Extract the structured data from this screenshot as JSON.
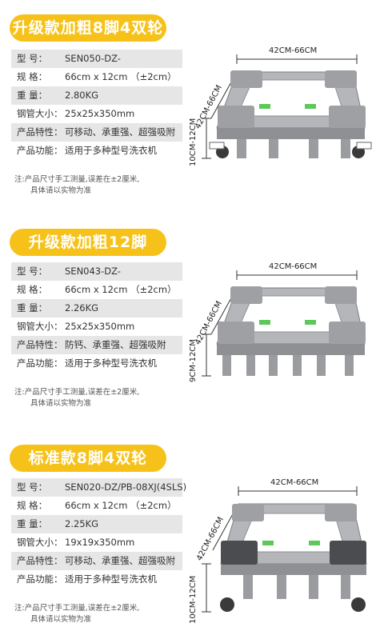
{
  "sections": [
    {
      "title": "升级款加粗8脚4双轮",
      "specs": [
        {
          "label": "型  号：",
          "value": "SEN050-DZ-"
        },
        {
          "label": "规  格：",
          "value": "66cm x 12cm   （±2cm）"
        },
        {
          "label": "重  量：",
          "value": "2.80KG"
        },
        {
          "label": "钢管大小：",
          "value": "25x25x350mm"
        },
        {
          "label": "产品特性：",
          "value": "可移动、承重强、超强吸附"
        },
        {
          "label": "产品功能：",
          "value": "适用于多种型号洗衣机"
        }
      ],
      "note": [
        "注:产品尺寸手工测量,误差在±2厘米,",
        "具体请以实物为准"
      ],
      "dims": {
        "width": "42CM-66CM",
        "depth": "42CM-66CM",
        "height": "10CM-12CM"
      }
    },
    {
      "title": "升级款加粗12脚",
      "specs": [
        {
          "label": "型  号：",
          "value": "SEN043-DZ-"
        },
        {
          "label": "规  格：",
          "value": "66cm x 12cm   （±2cm）"
        },
        {
          "label": "重  量：",
          "value": "2.26KG"
        },
        {
          "label": "钢管大小：",
          "value": "25x25x350mm"
        },
        {
          "label": "产品特性：",
          "value": "防钙、承重强、超强吸附"
        },
        {
          "label": "产品功能：",
          "value": "适用于多种型号洗衣机"
        }
      ],
      "note": [
        "注:产品尺寸手工测量,误差在±2厘米,",
        "具体请以实物为准"
      ],
      "dims": {
        "width": "42CM-66CM",
        "depth": "42CM-66CM",
        "height": "9CM-12CM"
      }
    },
    {
      "title": "标准款8脚4双轮",
      "specs": [
        {
          "label": "型  号：",
          "value": "SEN020-DZ/PB-08XJ(4SLS)"
        },
        {
          "label": "规  格：",
          "value": "66cm x 12cm   （±2cm）"
        },
        {
          "label": "重  量：",
          "value": "2.25KG"
        },
        {
          "label": "钢管大小：",
          "value": "19x19x350mm"
        },
        {
          "label": "产品特性：",
          "value": "可移动、承重强、超强吸附"
        },
        {
          "label": "产品功能：",
          "value": "适用于多种型号洗衣机"
        }
      ],
      "note": [
        "注:产品尺寸手工测量,误差在±2厘米,",
        "具体请以实物为准"
      ],
      "dims": {
        "width": "42CM-66CM",
        "depth": "42CM-66CM",
        "height": "10CM-12CM"
      }
    }
  ],
  "colors": {
    "banner": "#f6c21a",
    "row_shade": "#e6e6e6",
    "frame": "#8e9094",
    "tray": "#a9abaf",
    "accent": "#5cc85a"
  }
}
